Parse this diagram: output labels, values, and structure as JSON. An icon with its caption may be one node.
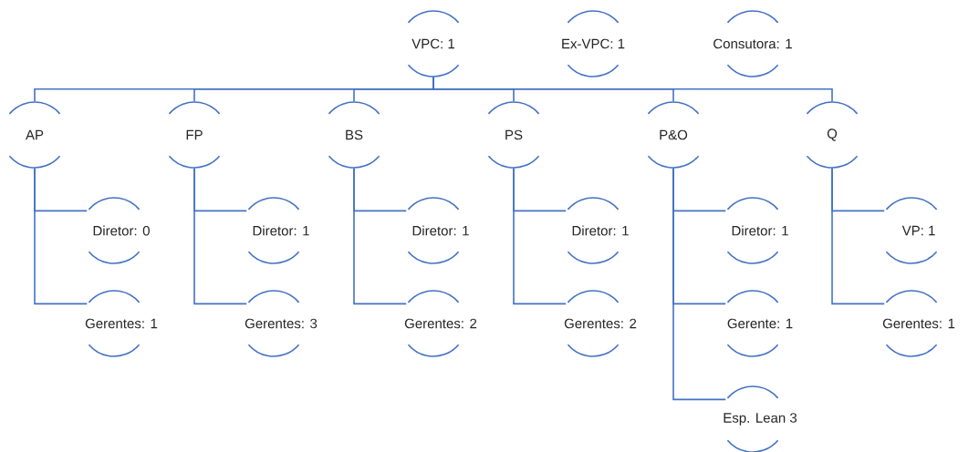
{
  "diagram": {
    "nodes": [
      {
        "text": [
          "VPC: 1"
        ]
      },
      {
        "text": [
          "Ex-VPC: 1"
        ]
      },
      {
        "text": [
          "Consutora: 1"
        ]
      },
      {
        "text": [
          "AP"
        ]
      },
      {
        "text": [
          "FP"
        ]
      },
      {
        "text": [
          "BS"
        ]
      },
      {
        "text": [
          "PS"
        ]
      },
      {
        "text": [
          "P&O"
        ]
      },
      {
        "text": [
          "Q"
        ]
      },
      {
        "text": [
          "Diretor: 0"
        ]
      },
      {
        "text": [
          "Gerentes: 1"
        ]
      },
      {
        "text": [
          "Diretor: 1"
        ]
      },
      {
        "text": [
          "Gerentes: 3"
        ]
      },
      {
        "text": [
          "Diretor: 1"
        ]
      },
      {
        "text": [
          "Gerentes: 2"
        ]
      },
      {
        "text": [
          "Diretor: 1"
        ]
      },
      {
        "text": [
          "Gerentes: 2"
        ]
      },
      {
        "text": [
          "Diretor: 1"
        ]
      },
      {
        "text": [
          "Gerente: 1"
        ]
      },
      {
        "text": [
          "Esp. Lean 3"
        ]
      },
      {
        "text": [
          "VP: 1"
        ]
      },
      {
        "text": [
          "Gerentes: 1"
        ]
      }
    ],
    "edges": [
      {
        "from": 0,
        "to": 3,
        "arrow": "none"
      },
      {
        "from": 0,
        "to": 4,
        "arrow": "none"
      },
      {
        "from": 0,
        "to": 5,
        "arrow": "none"
      },
      {
        "from": 0,
        "to": 6,
        "arrow": "none"
      },
      {
        "from": 0,
        "to": 7,
        "arrow": "none"
      },
      {
        "from": 0,
        "to": 8,
        "arrow": "none"
      },
      {
        "from": 3,
        "to": 9,
        "arrow": "none"
      },
      {
        "from": 3,
        "to": 10,
        "arrow": "none"
      },
      {
        "from": 4,
        "to": 11,
        "arrow": "none"
      },
      {
        "from": 4,
        "to": 12,
        "arrow": "none"
      },
      {
        "from": 5,
        "to": 13,
        "arrow": "none"
      },
      {
        "from": 5,
        "to": 14,
        "arrow": "none"
      },
      {
        "from": 6,
        "to": 15,
        "arrow": "none"
      },
      {
        "from": 6,
        "to": 16,
        "arrow": "none"
      },
      {
        "from": 7,
        "to": 17,
        "arrow": "none"
      },
      {
        "from": 7,
        "to": 18,
        "arrow": "none"
      },
      {
        "from": 7,
        "to": 19,
        "arrow": "none"
      },
      {
        "from": 8,
        "to": 20,
        "arrow": "none"
      },
      {
        "from": 8,
        "to": 21,
        "arrow": "none"
      }
    ]
  }
}
